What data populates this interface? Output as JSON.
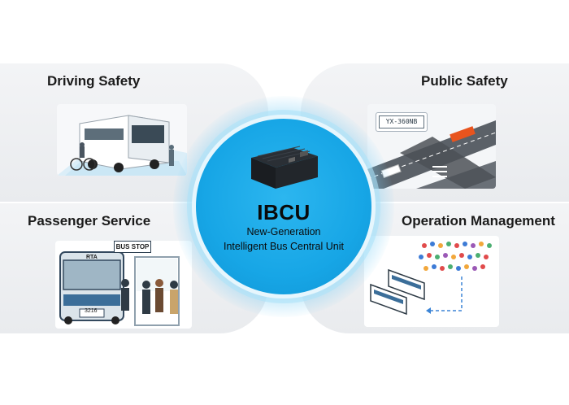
{
  "hub": {
    "title": "IBCU",
    "subtitle_line1": "New-Generation",
    "subtitle_line2": "Intelligent Bus Central Unit"
  },
  "quadrants": {
    "top_left": {
      "title": "Driving Safety"
    },
    "top_right": {
      "title": "Public Safety",
      "plate_text": "YX-360NB"
    },
    "bottom_left": {
      "title": "Passenger Service",
      "sign_text": "BUS STOP",
      "bus_route": "RTA",
      "bus_number": "3216"
    },
    "bottom_right": {
      "title": "Operation Management"
    }
  },
  "colors": {
    "hub": "#17a6e6",
    "accent_orange": "#e8541e",
    "panel_bg": "#eef0f3"
  }
}
